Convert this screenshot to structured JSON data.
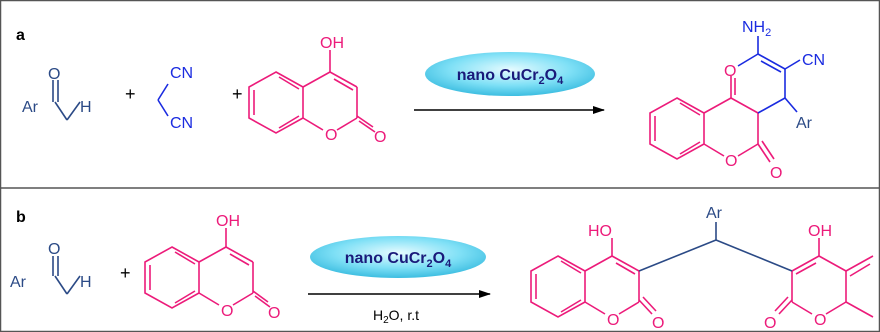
{
  "panels": {
    "a": {
      "label": "a",
      "aldehyde": {
        "carbonyl_o": "O",
        "ar": "Ar",
        "h": "H"
      },
      "plus1": "+",
      "malononitrile": {
        "cn_top": "CN",
        "cn_bottom": "CN"
      },
      "plus2": "+",
      "hydroxycoumarin": {
        "oh": "OH",
        "ring_o": "O",
        "carbonyl_o": "O"
      },
      "catalyst": {
        "prefix": "nano CuCr",
        "sub1": "2",
        "mid": "O",
        "sub2": "4"
      },
      "product": {
        "nh": "NH",
        "nh_sub": "2",
        "cn": "CN",
        "pyran_o": "O",
        "ar": "Ar",
        "lactone_o": "O",
        "carbonyl_o": "O"
      }
    },
    "b": {
      "label": "b",
      "aldehyde": {
        "carbonyl_o": "O",
        "ar": "Ar",
        "h": "H"
      },
      "plus": "+",
      "hydroxycoumarin": {
        "oh": "OH",
        "ring_o": "O",
        "carbonyl_o": "O"
      },
      "catalyst": {
        "prefix": "nano CuCr",
        "sub1": "2",
        "mid": "O",
        "sub2": "4"
      },
      "conditions": {
        "h": "H",
        "sub": "2",
        "rest": "O, r.t"
      },
      "product": {
        "ar": "Ar",
        "oh_left": "HO",
        "oh_right": "OH",
        "ring_o_left": "O",
        "carbonyl_o_left": "O",
        "ring_o_right": "O",
        "carbonyl_o_right": "O"
      }
    }
  },
  "colors": {
    "molecule_blue": "#2b4a86",
    "reagent_blue": "#1a2be0",
    "coumarin_pink": "#ec1b7a",
    "arrow_black": "#000000",
    "border": "#555555",
    "catalyst_fill": "#5ad4f0",
    "catalyst_text": "#1a1a7a"
  }
}
